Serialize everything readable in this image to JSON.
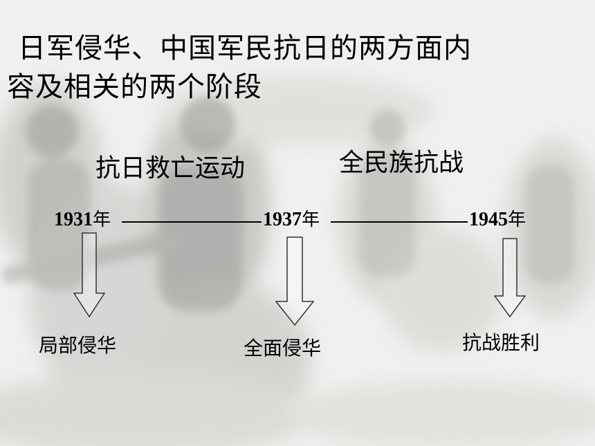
{
  "slide": {
    "title_line1": "日军侵华、中国军民抗日的两方面内",
    "title_line2": "容及相关的两个阶段",
    "phases": [
      {
        "label": "抗日救亡运动"
      },
      {
        "label": "全民族抗战"
      }
    ],
    "timeline": {
      "years": [
        {
          "number": "1931",
          "suffix": "年"
        },
        {
          "number": "1937",
          "suffix": "年"
        },
        {
          "number": "1945",
          "suffix": "年"
        }
      ]
    },
    "events": [
      {
        "label": "局部侵华"
      },
      {
        "label": "全面侵华"
      },
      {
        "label": "抗战胜利"
      }
    ]
  },
  "colors": {
    "background": "#f2f2f0",
    "photo_tone": "#c9c9c6",
    "text": "#000000"
  }
}
